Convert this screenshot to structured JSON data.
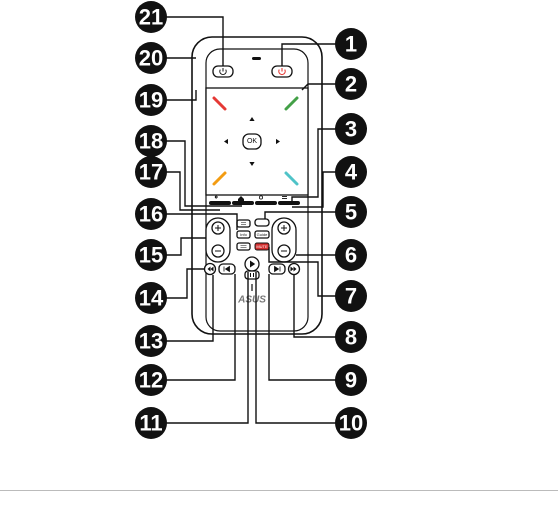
{
  "figure": {
    "remote_labels": {
      "ok": "OK",
      "brand": "ASUS",
      "mute_badge": "MUTE",
      "text_key_1": "Info",
      "text_key_2": "Guide"
    },
    "callouts": [
      {
        "id": "1",
        "label": "1"
      },
      {
        "id": "2",
        "label": "2"
      },
      {
        "id": "3",
        "label": "3"
      },
      {
        "id": "4",
        "label": "4"
      },
      {
        "id": "5",
        "label": "5"
      },
      {
        "id": "6",
        "label": "6"
      },
      {
        "id": "7",
        "label": "7"
      },
      {
        "id": "8",
        "label": "8"
      },
      {
        "id": "9",
        "label": "9"
      },
      {
        "id": "10",
        "label": "10"
      },
      {
        "id": "11",
        "label": "11"
      },
      {
        "id": "12",
        "label": "12"
      },
      {
        "id": "13",
        "label": "13"
      },
      {
        "id": "14",
        "label": "14"
      },
      {
        "id": "15",
        "label": "15"
      },
      {
        "id": "16",
        "label": "16"
      },
      {
        "id": "17",
        "label": "17"
      },
      {
        "id": "18",
        "label": "18"
      },
      {
        "id": "19",
        "label": "19"
      },
      {
        "id": "20",
        "label": "20"
      },
      {
        "id": "21",
        "label": "21"
      }
    ],
    "colors": {
      "ink": "#111111",
      "red": "#e53935",
      "green": "#43a047",
      "orange": "#f39c12",
      "cyan": "#4fc3c8",
      "mute_red": "#d32f2f"
    }
  }
}
